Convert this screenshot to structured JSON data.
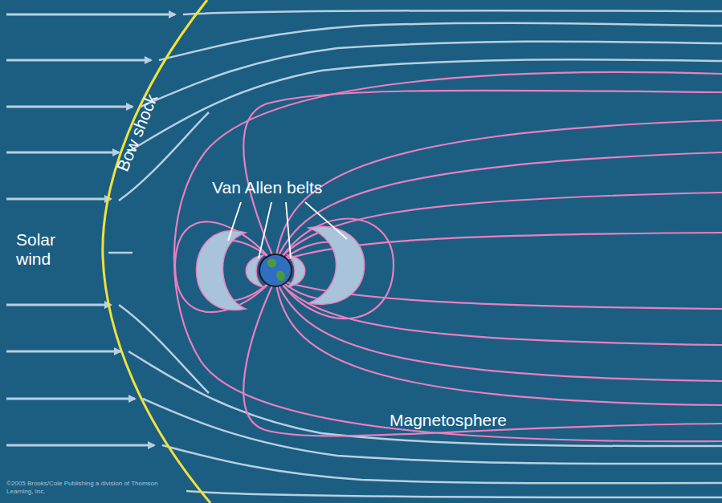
{
  "diagram": {
    "labels": [
      "Solar wind",
      "Bow shock",
      "Van Allen belts",
      "Magnetosphere",
      "©2005 Brooks/Cole Publishing a division of Thomson Learning, Inc."
    ]
  }
}
